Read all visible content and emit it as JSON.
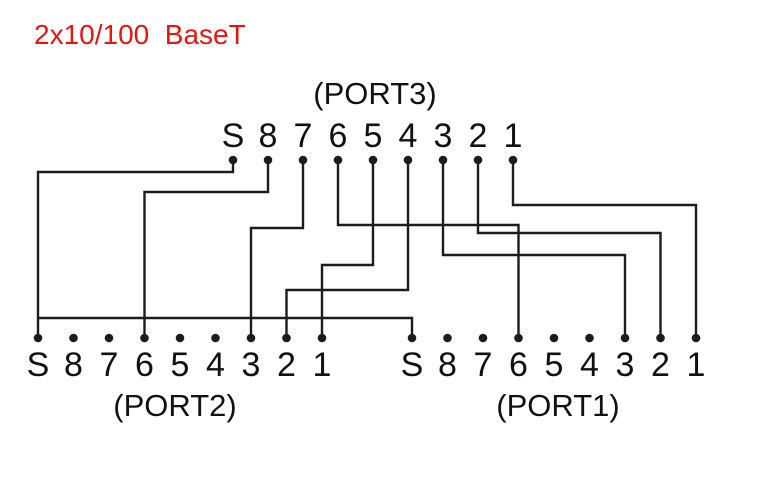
{
  "title": {
    "text": "2x10/100  BaseT",
    "color": "#e8150f"
  },
  "wire_color": "#1c1c1c",
  "ports": {
    "port3": {
      "label": "(PORT3)",
      "pins": [
        "S",
        "8",
        "7",
        "6",
        "5",
        "4",
        "3",
        "2",
        "1"
      ]
    },
    "port2": {
      "label": "(PORT2)",
      "pins": [
        "S",
        "8",
        "7",
        "6",
        "5",
        "4",
        "3",
        "2",
        "1"
      ]
    },
    "port1": {
      "label": "(PORT1)",
      "pins": [
        "S",
        "8",
        "7",
        "6",
        "5",
        "4",
        "3",
        "2",
        "1"
      ]
    }
  },
  "connections": [
    {
      "from": "port3.S",
      "to": "port2.S"
    },
    {
      "from": "port3.S",
      "to": "port1.S"
    },
    {
      "from": "port3.8",
      "to": "port2.6"
    },
    {
      "from": "port3.7",
      "to": "port2.3"
    },
    {
      "from": "port3.6",
      "to": "port1.6"
    },
    {
      "from": "port3.5",
      "to": "port2.1"
    },
    {
      "from": "port3.4",
      "to": "port2.2"
    },
    {
      "from": "port3.3",
      "to": "port1.3"
    },
    {
      "from": "port3.2",
      "to": "port1.2"
    },
    {
      "from": "port3.1",
      "to": "port1.1"
    }
  ]
}
